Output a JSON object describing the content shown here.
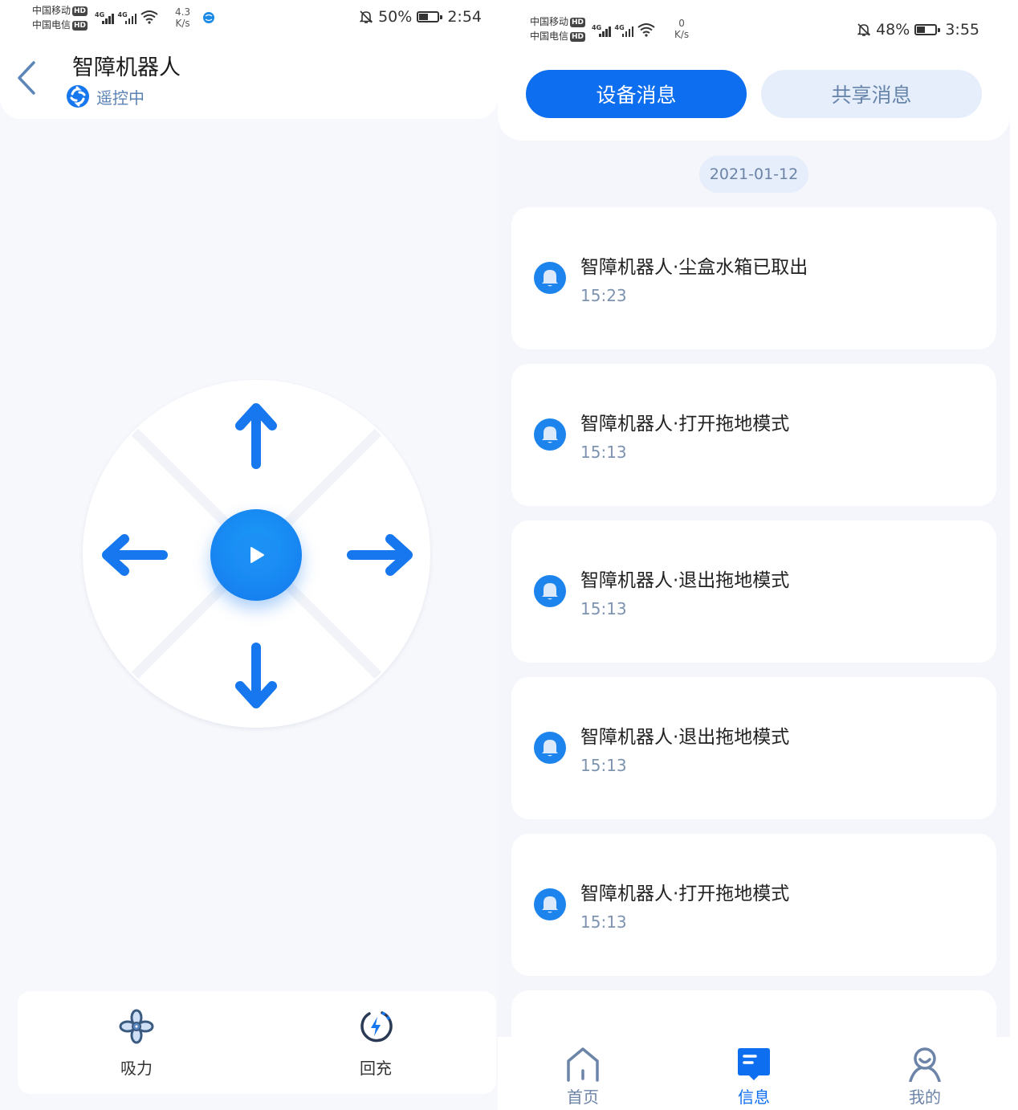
{
  "left_screen": {
    "status_bar": {
      "carrier_1": "中国移动",
      "carrier_2": "中国电信",
      "hd_badge": "HD",
      "network_type": "4G",
      "speed_value": "4.3",
      "speed_unit": "K/s",
      "battery_percent": "50%",
      "battery_level": 50,
      "time": "2:54"
    },
    "header": {
      "title": "智障机器人",
      "status": "遥控中"
    },
    "joystick": {
      "directions": [
        "up",
        "down",
        "left",
        "right"
      ],
      "center_icon": "play-icon"
    },
    "bottom_actions": [
      {
        "label": "吸力",
        "icon": "fan-icon"
      },
      {
        "label": "回充",
        "icon": "recharge-icon"
      }
    ]
  },
  "right_screen": {
    "status_bar": {
      "carrier_1": "中国移动",
      "carrier_2": "中国电信",
      "hd_badge": "HD",
      "network_type": "4G",
      "speed_value": "0",
      "speed_unit": "K/s",
      "battery_percent": "48%",
      "battery_level": 48,
      "time": "3:55"
    },
    "segments": {
      "active": "设备消息",
      "inactive": "共享消息"
    },
    "date": "2021-01-12",
    "messages": [
      {
        "title": "智障机器人·尘盒水箱已取出",
        "time": "15:23"
      },
      {
        "title": "智障机器人·打开拖地模式",
        "time": "15:13"
      },
      {
        "title": "智障机器人·退出拖地模式",
        "time": "15:13"
      },
      {
        "title": "智障机器人·退出拖地模式",
        "time": "15:13"
      },
      {
        "title": "智障机器人·打开拖地模式",
        "time": "15:13"
      }
    ],
    "tabbar": [
      {
        "label": "首页",
        "icon": "home-icon",
        "active": false
      },
      {
        "label": "信息",
        "icon": "message-icon",
        "active": true
      },
      {
        "label": "我的",
        "icon": "profile-icon",
        "active": false
      }
    ]
  },
  "colors": {
    "primary": "#0d6ef0",
    "secondary_text": "#6c84a8",
    "background": "#f7f8fc"
  }
}
